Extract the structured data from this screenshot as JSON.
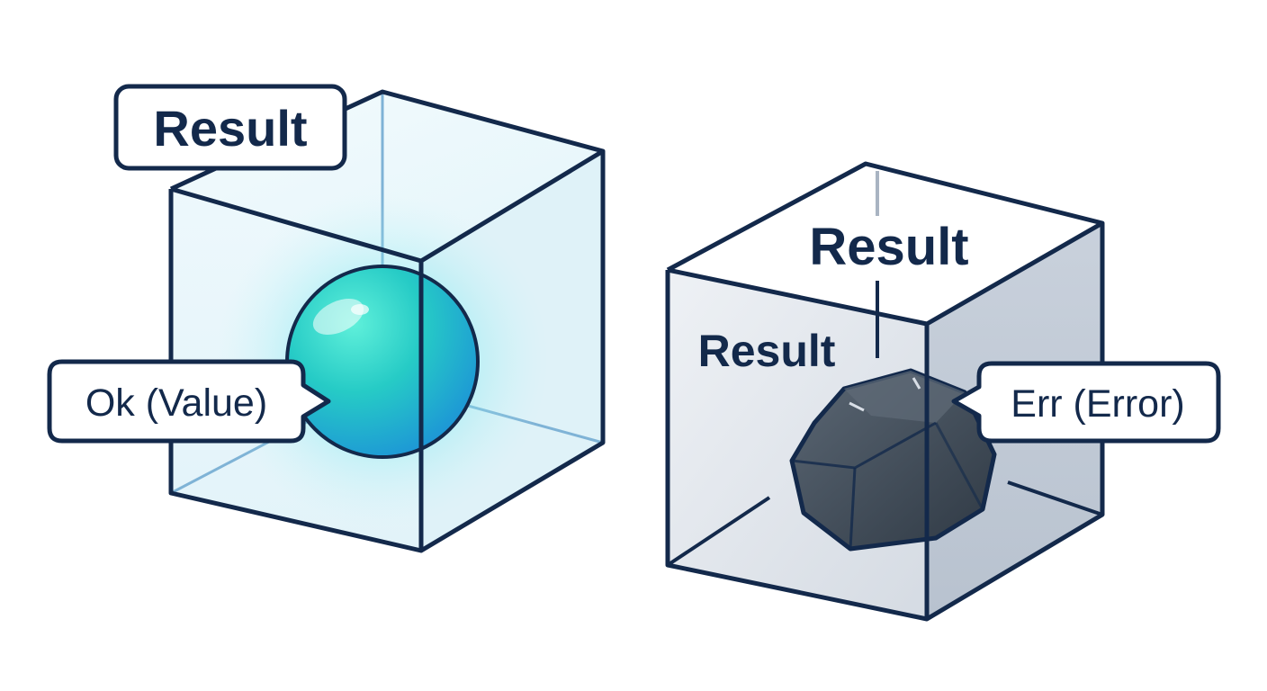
{
  "colors": {
    "outline": "#13294b",
    "ok_box_fill": "#e6f6fb",
    "err_box_fill": "#d3dae4",
    "ok_sphere": "#2bd1c2",
    "err_rock": "#3e4a57",
    "label_bg": "#ffffff"
  },
  "ok_box": {
    "title": "Result",
    "content_label": "Ok (Value)",
    "content_icon": "glowing-sphere-icon"
  },
  "err_box": {
    "title": "Result",
    "side_label": "Result",
    "content_label": "Err (Error)",
    "content_icon": "rock-icon"
  }
}
